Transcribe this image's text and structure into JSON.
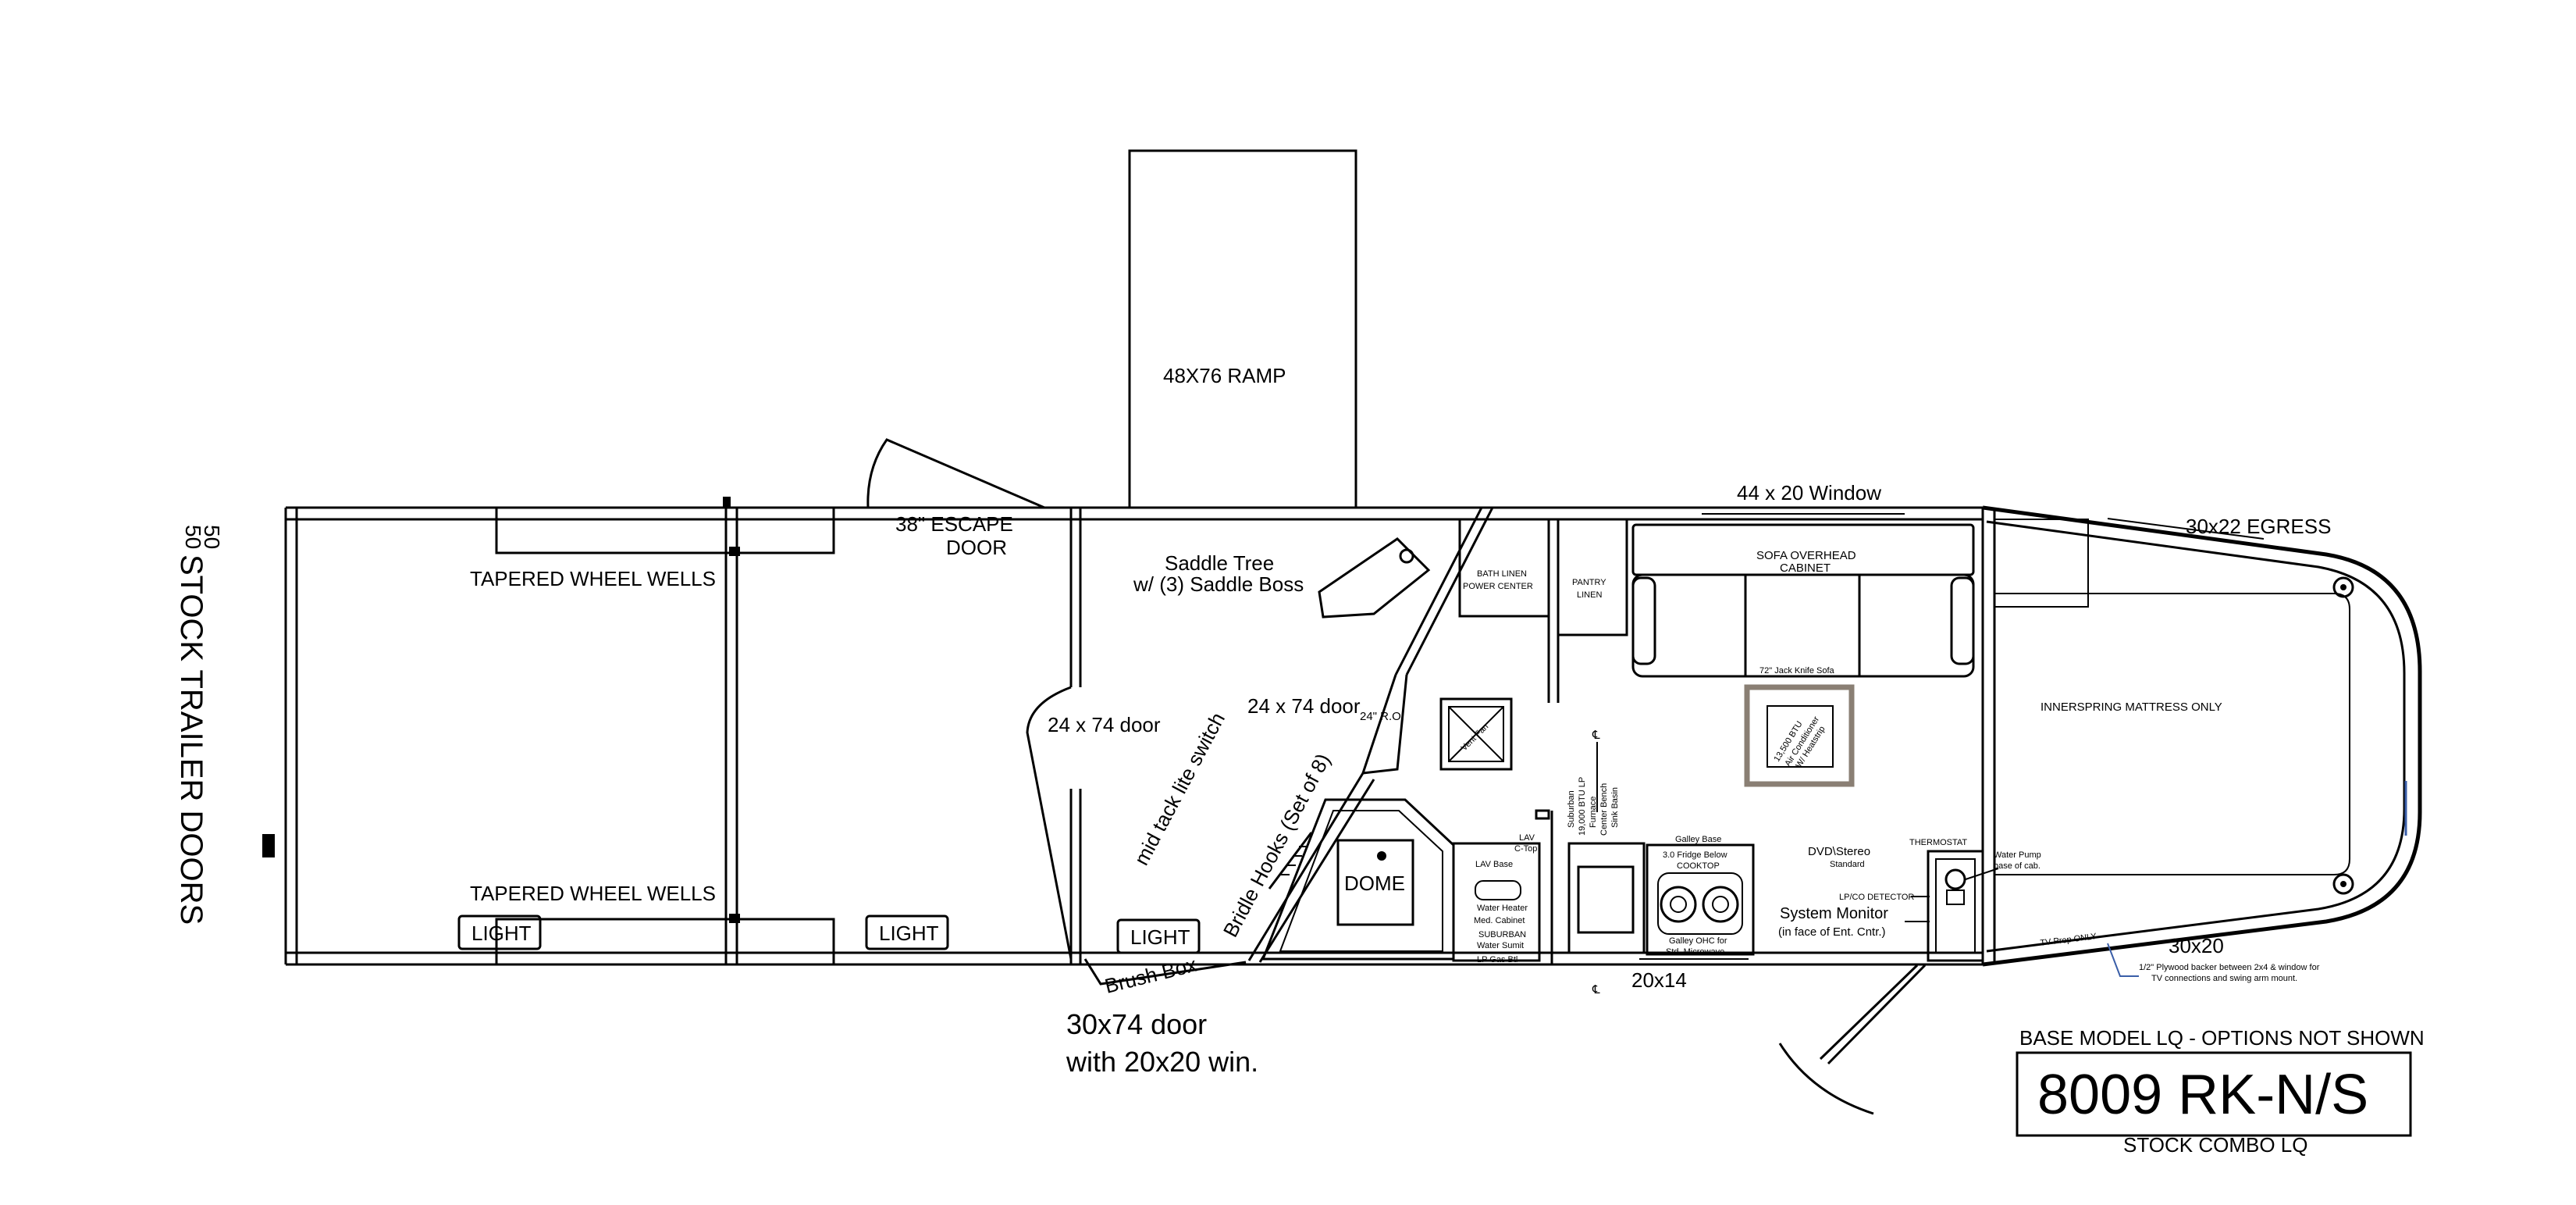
{
  "drawing": {
    "model_number": "8009 RK-N/S",
    "header_note": "BASE MODEL LQ - OPTIONS NOT SHOWN",
    "subtitle": "STOCK COMBO LQ",
    "rear_doors_label": "STOCK TRAILER DOORS",
    "rear_doors_split": "50",
    "rear_doors_split_b": "50"
  },
  "stock_area": {
    "wheel_wells_top": "TAPERED WHEEL WELLS",
    "wheel_wells_bottom": "TAPERED WHEEL WELLS",
    "light_1": "LIGHT",
    "light_2": "LIGHT",
    "escape_door_line1": "38\" ESCAPE",
    "escape_door_line2": "DOOR"
  },
  "tack_area": {
    "ramp": "48X76 RAMP",
    "saddle_tree_line1": "Saddle Tree",
    "saddle_tree_line2": "w/ (3) Saddle Boss",
    "door_24x74_a": "24 x 74 door",
    "door_24x74_b": "24 x 74 door",
    "ro_24": "24\" R.O.",
    "tack_switch": "mid tack lite switch",
    "bridle_hooks": "Bridle Hooks (Set of 8)",
    "light": "LIGHT",
    "brush_box": "Brush Box",
    "door_30x74_line1": "30x74 door",
    "door_30x74_line2": "with 20x20 win."
  },
  "living_area": {
    "window_44x20": "44 x 20 Window",
    "egress_30x22": "30x22 EGRESS",
    "bath_linen_line1": "BATH LINEN",
    "bath_linen_line2": "POWER CENTER",
    "pantry_line1": "PANTRY",
    "pantry_line2": "LINEN",
    "sofa_cabinet_line1": "SOFA OVERHEAD",
    "sofa_cabinet_line2": "CABINET",
    "sofa": "72\" Jack Knife Sofa",
    "mattress": "INNERSPRING MATTRESS ONLY",
    "dome": "DOME",
    "vent": "Vent Fan",
    "ac_line1": "13,500 BTU",
    "ac_line2": "Air Conditioner",
    "ac_line3": "W/ Heatstrip",
    "dvd": "DVD\\Stereo",
    "dvd_sub": "Standard",
    "thermostat": "THERMOSTAT",
    "water_pump_line1": "Water Pump",
    "water_pump_line2": "base of cab.",
    "lp_detector": "LP/CO DETECTOR",
    "system_monitor": "System Monitor",
    "system_monitor_sub": "(in face of Ent. Cntr.)",
    "tv_prep": "TV Prep ONLY",
    "window_30x20": "30x20",
    "plywood_line1": "1/2\" Plywood backer between 2x4 & window for",
    "plywood_line2": "TV connections and swing arm mount.",
    "window_20x14": "20x14",
    "lav_base": "LAV Base",
    "lav_ctop_line1": "LAV",
    "lav_ctop_line2": "C-Top",
    "water_heater": "Water Heater",
    "med_cabinet": "Med. Cabinet",
    "suburban_line1": "SUBURBAN",
    "suburban_line2": "Water Sumit",
    "lp_gas_bottle": "LP Gas Btl",
    "furnace_line1": "Suburban",
    "furnace_line2": "19,000 BTU LP",
    "furnace_line3": "Furnace",
    "sink_line1": "Center Bench",
    "sink_line2": "Sink Basin",
    "galley_base": "Galley Base",
    "fridge": "3.0 Fridge Below",
    "cooktop": "COOKTOP",
    "galley_ohc_line1": "Galley OHC for",
    "galley_ohc_line2": "Std. Microwave"
  }
}
